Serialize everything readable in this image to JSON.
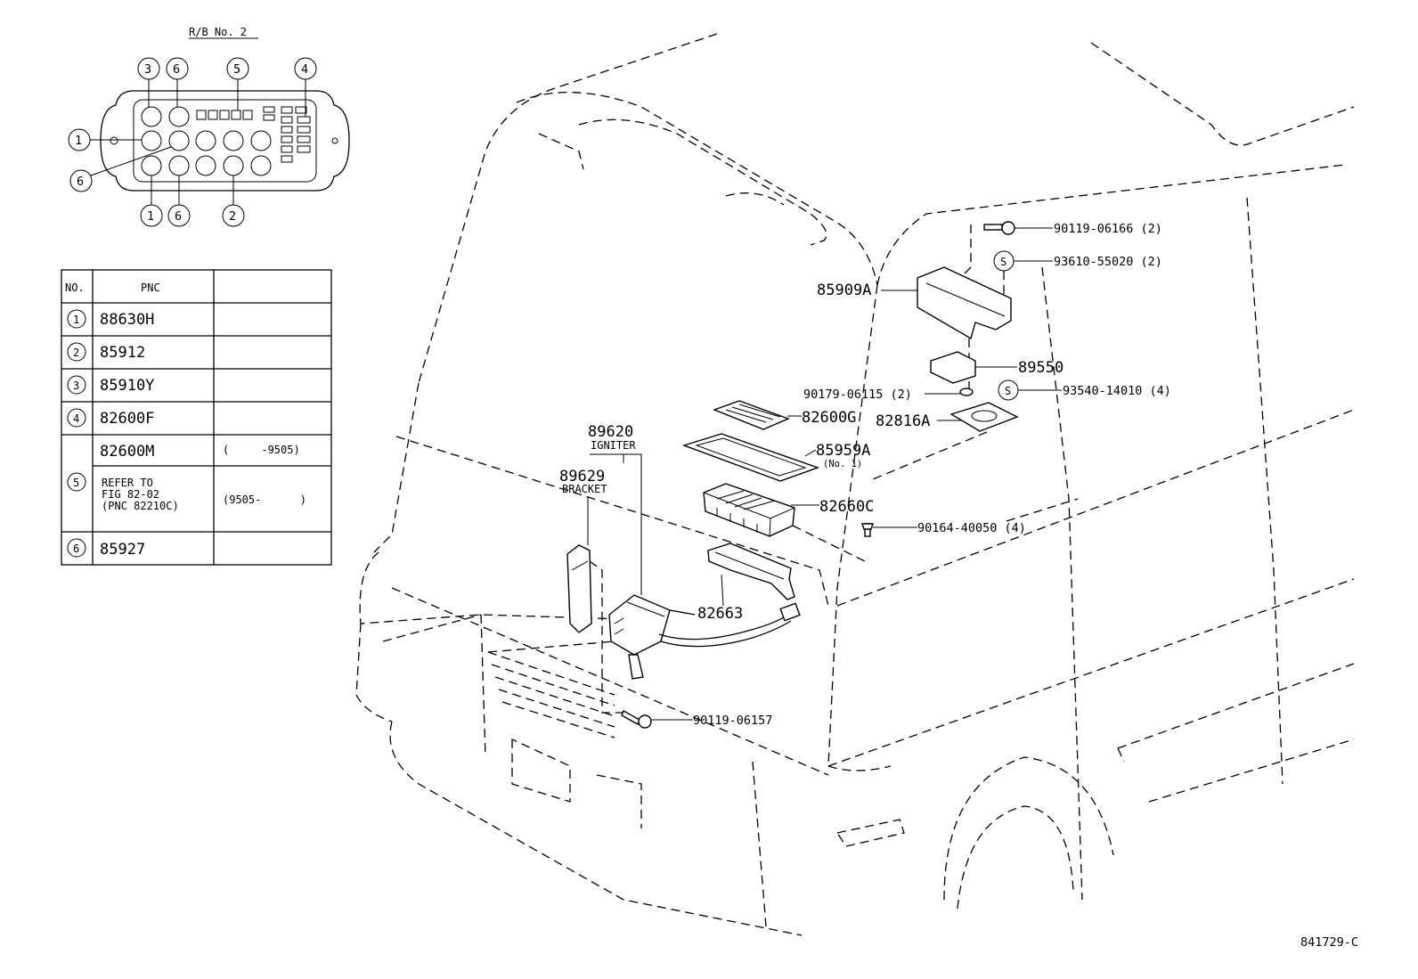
{
  "relay_block": {
    "title": "R/B No. 2",
    "callouts": [
      "3",
      "6",
      "5",
      "4",
      "1",
      "6",
      "1",
      "6",
      "2"
    ]
  },
  "table": {
    "headers": [
      "NO.",
      "PNC",
      ""
    ],
    "rows": [
      {
        "no": "1",
        "pnc": "88630H",
        "note": ""
      },
      {
        "no": "2",
        "pnc": "85912",
        "note": ""
      },
      {
        "no": "3",
        "pnc": "85910Y",
        "note": ""
      },
      {
        "no": "4",
        "pnc": "82600F",
        "note": ""
      },
      {
        "no": "5",
        "pnc": "82600M",
        "note": "(     -9505)"
      },
      {
        "no": "5",
        "pnc_lines": [
          "REFER TO",
          "FIG 82-02",
          "(PNC 82210C)"
        ],
        "note": "(9505-      )"
      },
      {
        "no": "6",
        "pnc": "85927",
        "note": ""
      }
    ]
  },
  "parts": {
    "p_90119_06166": "90119-06166 (2)",
    "p_93610_55020": "93610-55020 (2)",
    "p_85909A": "85909A",
    "p_89550": "89550",
    "p_90179_06115": "90179-06115 (2)",
    "p_93540_14010": "93540-14010 (4)",
    "p_82816A": "82816A",
    "p_82600G": "82600G",
    "p_85959A": "85959A",
    "p_85959A_sub": "(No. 1)",
    "p_82660C": "82660C",
    "p_90164_40050": "90164-40050 (4)",
    "p_89620": "89620",
    "p_igniter": "IGNITER",
    "p_89629": "89629",
    "p_bracket": "BRACKET",
    "p_82663": "82663",
    "p_90119_06157": "90119-06157",
    "s_mark": "S"
  },
  "figure_id": "841729-C"
}
